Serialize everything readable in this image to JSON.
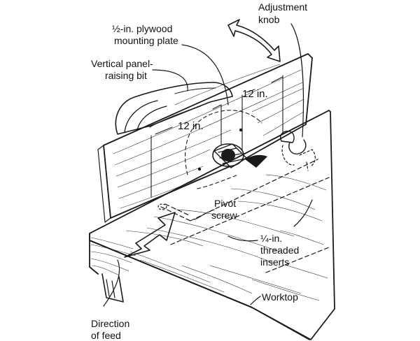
{
  "labels": {
    "adjustment_knob": [
      "Adjustment",
      "knob"
    ],
    "mounting_plate": [
      "½-in. plywood",
      "mounting plate"
    ],
    "panel_raising_bit": [
      "Vertical panel-",
      "raising bit"
    ],
    "pivot_screw": [
      "Pivot",
      "screw"
    ],
    "threaded_inserts": [
      "¼-in.",
      "threaded",
      "inserts"
    ],
    "worktop": [
      "Worktop"
    ],
    "direction_of_feed": [
      "Direction",
      "of feed"
    ]
  },
  "dimensions": {
    "right": "12 in.",
    "left": "12 in."
  },
  "colors": {
    "ink": "#1a1a1a",
    "background": "#ffffff"
  }
}
